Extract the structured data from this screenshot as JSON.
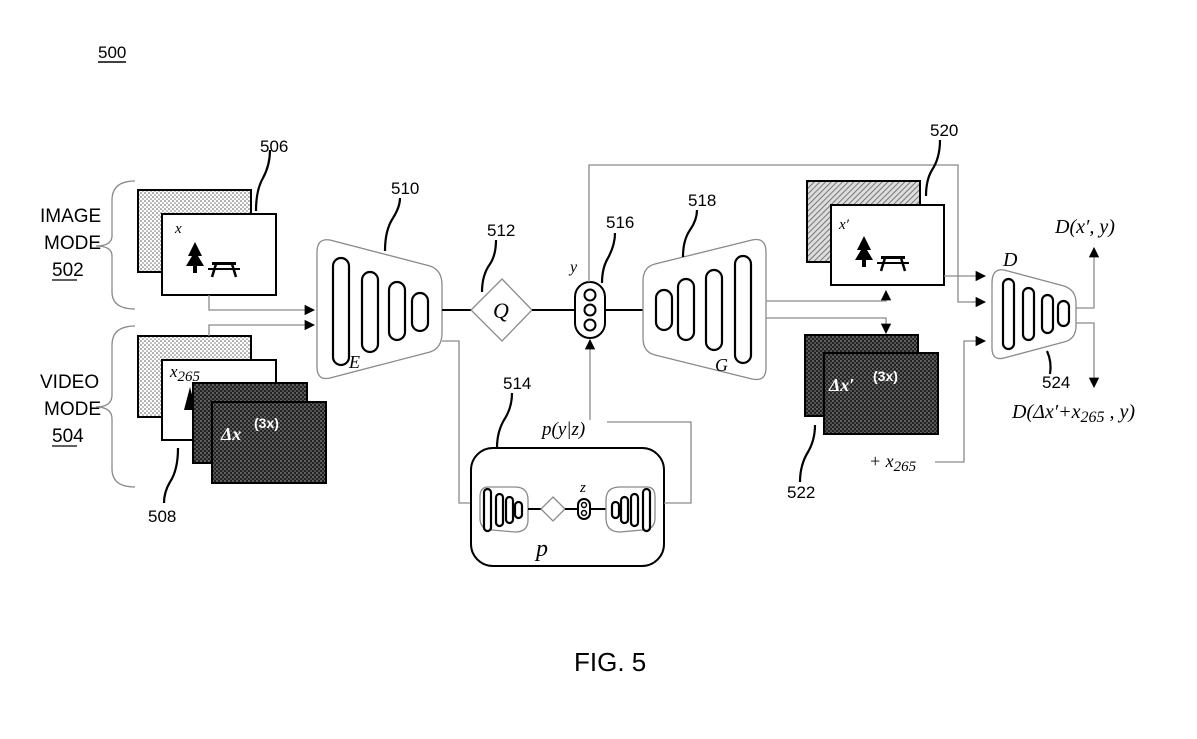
{
  "figure": {
    "ref_number": "500",
    "caption": "FIG. 5"
  },
  "modes": {
    "image_mode": {
      "line1": "IMAGE",
      "line2": "MODE",
      "ref": "502"
    },
    "video_mode": {
      "line1": "VIDEO",
      "line2": "MODE",
      "ref": "504"
    }
  },
  "inputs": {
    "image_frame": {
      "ref": "506",
      "label": "x"
    },
    "video_frame": {
      "ref": "508",
      "label": "x",
      "subscript": "265",
      "residual_label": "Δx",
      "residual_sup": "(3x)"
    }
  },
  "encoder": {
    "ref": "510",
    "label": "E"
  },
  "quantizer": {
    "ref": "512",
    "label": "Q"
  },
  "prior": {
    "ref": "514",
    "label": "p",
    "latent_label": "z",
    "output_label": "p(y|z)"
  },
  "latent": {
    "ref": "516",
    "label": "y"
  },
  "generator": {
    "ref": "518",
    "label": "G"
  },
  "outputs": {
    "image_output": {
      "ref": "520",
      "label": "x′"
    },
    "video_output": {
      "ref": "522",
      "label": "Δx′",
      "sup": "(3x)",
      "add_label": "+ x",
      "add_subscript": "265"
    }
  },
  "discriminator": {
    "ref": "524",
    "label": "D",
    "output_image": "D(x′, y)",
    "output_video_prefix": "D(Δx′+x",
    "output_video_sub": "265",
    "output_video_suffix": " , y)"
  }
}
